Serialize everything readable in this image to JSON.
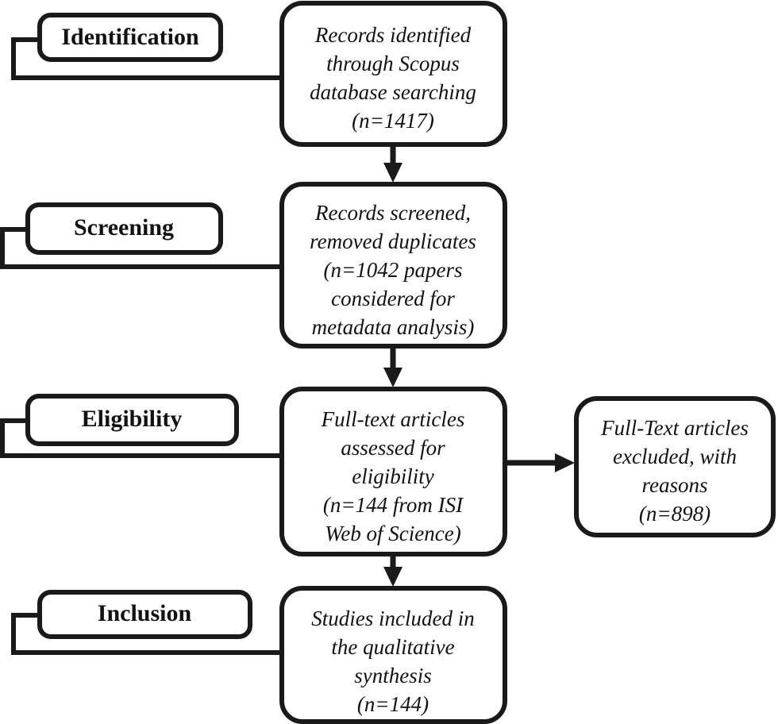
{
  "diagram": {
    "type": "prisma-flow-diagram",
    "title": "",
    "colors": {
      "stroke": "#1a1a1a",
      "background": "#ffffff",
      "text": "#111111"
    },
    "stage_labels": [
      {
        "id": "identification",
        "text": "Identification"
      },
      {
        "id": "screening",
        "text": "Screening"
      },
      {
        "id": "eligibility",
        "text": "Eligibility"
      },
      {
        "id": "inclusion",
        "text": "Inclusion"
      }
    ],
    "stage_boxes": [
      {
        "id": "records-identified",
        "lines": [
          "Records identified",
          "through Scopus",
          "database searching",
          "(n=1417)"
        ],
        "count": 1417
      },
      {
        "id": "records-screened",
        "lines": [
          "Records screened,",
          "removed duplicates",
          "(n=1042 papers",
          "considered for",
          "metadata analysis)"
        ],
        "count": 1042
      },
      {
        "id": "full-text-assessed",
        "lines": [
          "Full-text articles",
          "assessed for",
          "eligibility",
          "(n=144 from ISI",
          "Web of Science)"
        ],
        "count": 144
      },
      {
        "id": "studies-included",
        "lines": [
          "Studies included in",
          "the qualitative",
          "synthesis",
          "(n=144)"
        ],
        "count": 144
      }
    ],
    "side_boxes": [
      {
        "id": "full-text-excluded",
        "lines": [
          "Full-Text articles",
          "excluded, with",
          "reasons",
          "(n=898)"
        ],
        "count": 898
      }
    ]
  }
}
